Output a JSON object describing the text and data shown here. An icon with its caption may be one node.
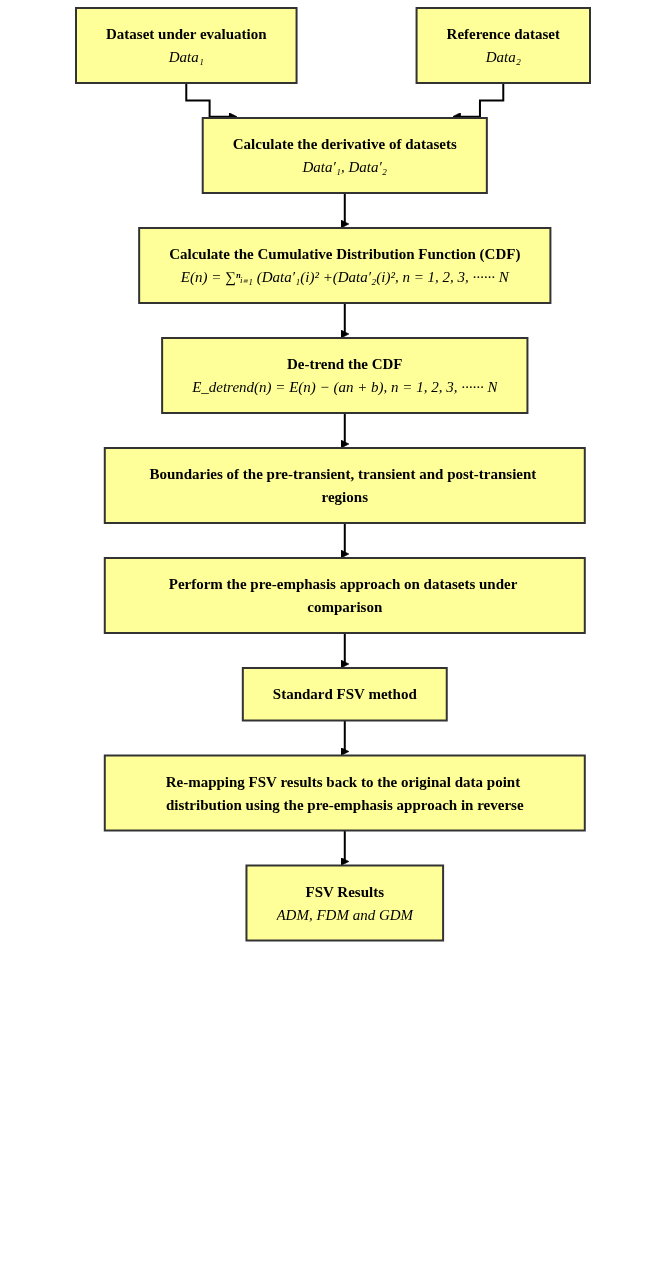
{
  "diagram": {
    "nodes": [
      {
        "text": [
          "Dataset under evaluation",
          "Data₁"
        ]
      },
      {
        "text": [
          "Reference dataset",
          "Data₂"
        ]
      },
      {
        "text": [
          "Calculate the derivative of datasets",
          "Data′₁, Data′₂"
        ]
      },
      {
        "text": [
          "Calculate the Cumulative Distribution Function (CDF)",
          "E(n) = ∑ⁿᵢ₌₁ (Data′₁(i)² +(Data′₂(i)², n = 1, 2, 3, ······ N"
        ]
      },
      {
        "text": [
          "De-trend the CDF",
          "E_detrend(n) = E(n) − (an + b), n = 1, 2, 3, ······ N"
        ]
      },
      {
        "text": [
          "Boundaries of the pre-transient, transient and post-transient regions"
        ]
      },
      {
        "text": [
          "Perform the pre-emphasis approach on datasets under comparison"
        ]
      },
      {
        "text": [
          "Standard FSV method"
        ]
      },
      {
        "text": [
          "Re-mapping FSV results back to the original data point distribution using the pre-emphasis approach in reverse"
        ]
      },
      {
        "text": [
          "FSV Results",
          "ADM, FDM and GDM"
        ]
      }
    ],
    "edges": [
      {
        "from": 0,
        "to": 2,
        "arrow": "to"
      },
      {
        "from": 1,
        "to": 2,
        "arrow": "to"
      },
      {
        "from": 2,
        "to": 3,
        "arrow": "to"
      },
      {
        "from": 3,
        "to": 4,
        "arrow": "to"
      },
      {
        "from": 4,
        "to": 5,
        "arrow": "to"
      },
      {
        "from": 5,
        "to": 6,
        "arrow": "to"
      },
      {
        "from": 6,
        "to": 7,
        "arrow": "to"
      },
      {
        "from": 7,
        "to": 8,
        "arrow": "to"
      },
      {
        "from": 8,
        "to": 9,
        "arrow": "to"
      }
    ]
  }
}
